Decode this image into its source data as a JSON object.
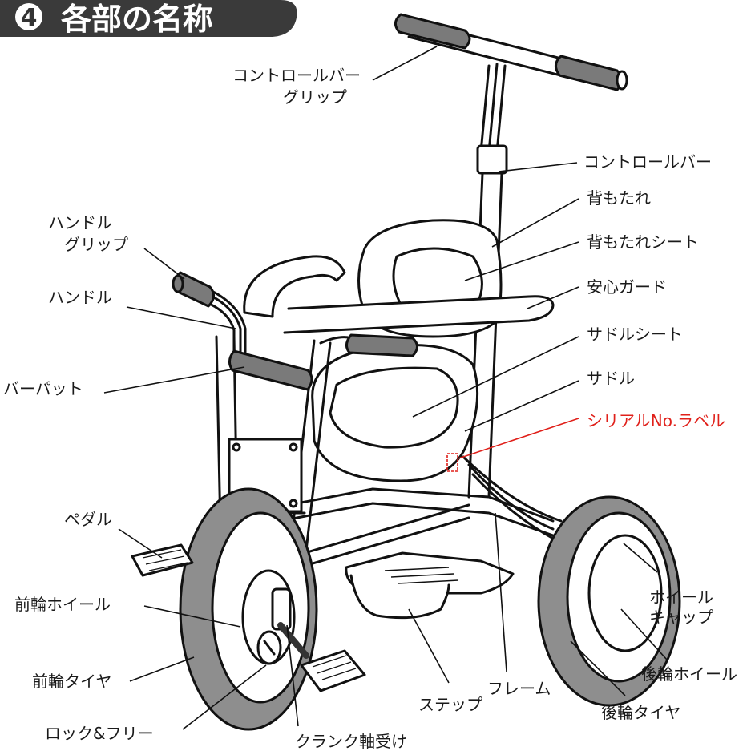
{
  "title": {
    "number": "4",
    "text": "各部の名称"
  },
  "colors": {
    "banner": "#3a3a3a",
    "tire": "#8e8e8e",
    "grip": "#7a7a7a",
    "serial_accent": "#e0201a"
  },
  "labels": {
    "control_bar_grip_1": "コントロールバー",
    "control_bar_grip_2": "グリップ",
    "control_bar": "コントロールバー",
    "backrest": "背もたれ",
    "backrest_seat": "背もたれシート",
    "safety_guard": "安心ガード",
    "handle_grip_1": "ハンドル",
    "handle_grip_2": "グリップ",
    "handle": "ハンドル",
    "saddle_seat": "サドルシート",
    "saddle": "サドル",
    "bar_pad": "バーパット",
    "serial_label": "シリアルNo.ラベル",
    "pedal": "ペダル",
    "front_wheel": "前輪ホイール",
    "front_tire": "前輪タイヤ",
    "lock_free": "ロック&フリー",
    "crank_bearing": "クランク軸受け",
    "step": "ステップ",
    "frame": "フレーム",
    "wheel_cap_1": "ホイール",
    "wheel_cap_2": "キャップ",
    "rear_wheel": "後輪ホイール",
    "rear_tire": "後輪タイヤ"
  }
}
